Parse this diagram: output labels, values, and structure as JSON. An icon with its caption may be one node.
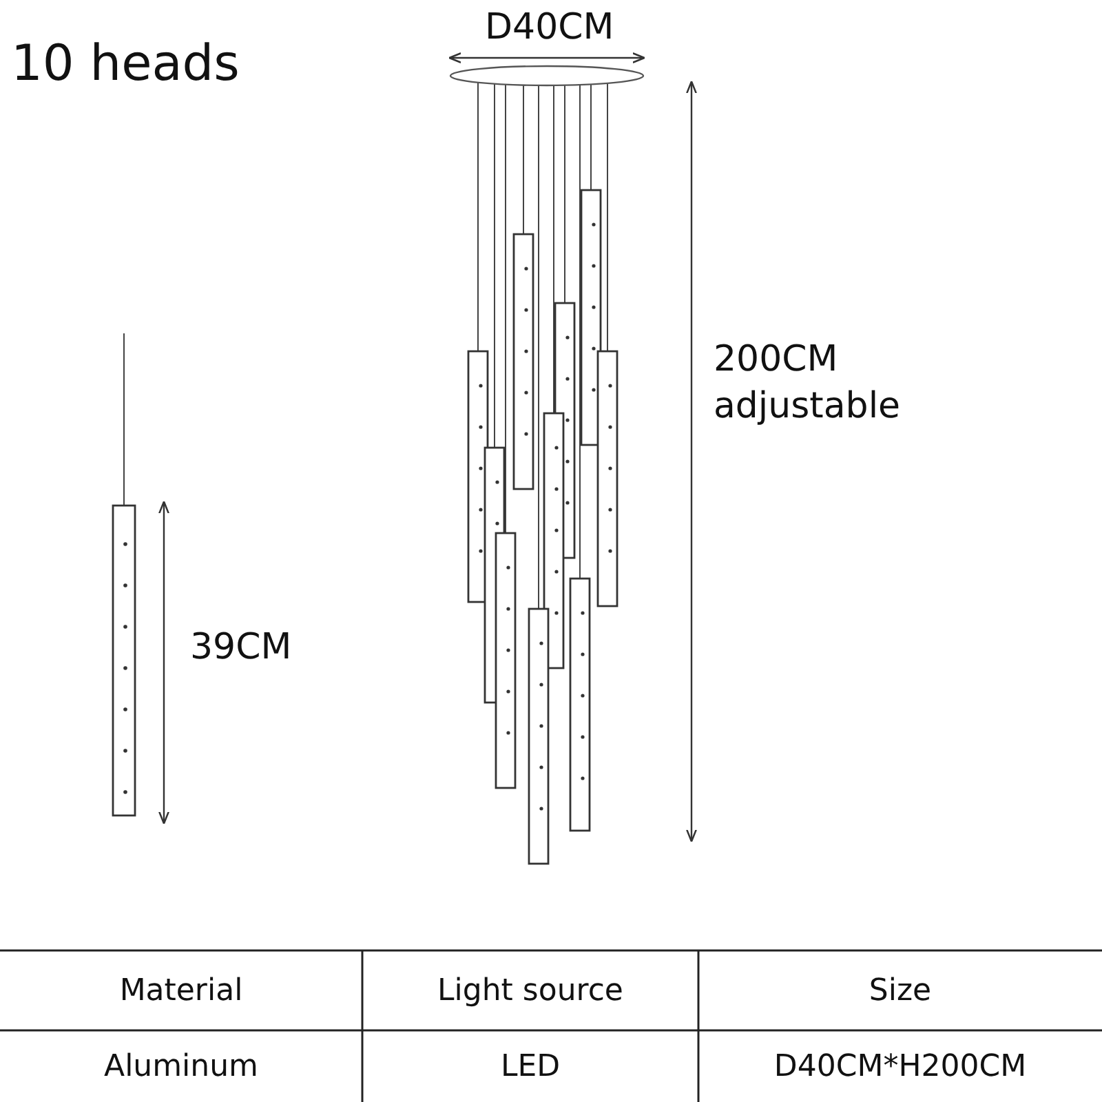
{
  "diagram": {
    "title": "10 heads",
    "labels": [
      "D40CM",
      "200CM adjustable",
      "39CM",
      "Material",
      "Light source",
      "Size",
      "Aluminum",
      "LED",
      "D40CM*H200CM"
    ]
  }
}
